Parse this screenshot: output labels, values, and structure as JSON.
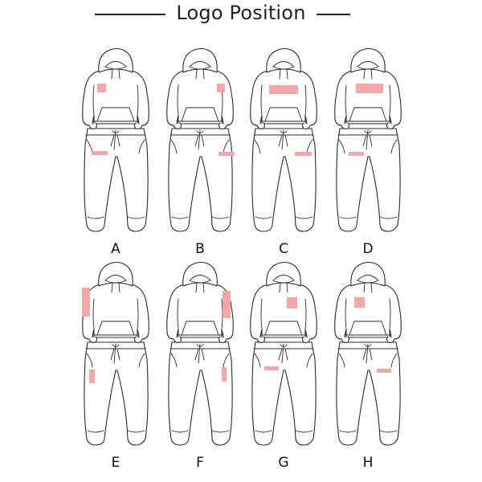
{
  "header": {
    "title": "Logo Position"
  },
  "colors": {
    "logo": "#f4a7a7",
    "line": "#2a2a2a"
  },
  "variants": [
    {
      "label": "A"
    },
    {
      "label": "B"
    },
    {
      "label": "C"
    },
    {
      "label": "D"
    },
    {
      "label": "E"
    },
    {
      "label": "F"
    },
    {
      "label": "G"
    },
    {
      "label": "H"
    }
  ]
}
